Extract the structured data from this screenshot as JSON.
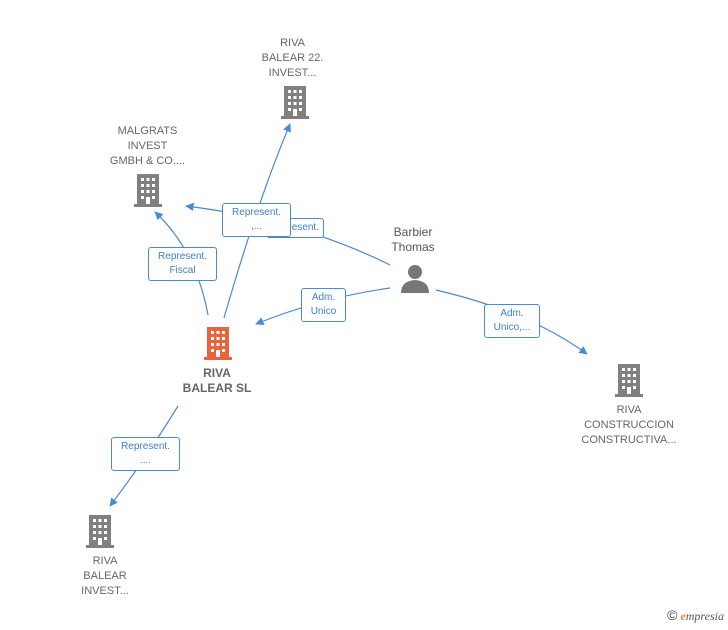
{
  "nodes": {
    "riva_balear_22": "RIVA\nBALEAR 22.\nINVEST...",
    "malgrats": "MALGRATS\nINVEST\nGMBH & CO....",
    "riva_balear_sl": "RIVA\nBALEAR  SL",
    "riva_construccion": "RIVA\nCONSTRUCCION\nCONSTRUCTIVA...",
    "riva_balear_invest": "RIVA\nBALEAR\nINVEST...",
    "person": "Barbier\nThomas"
  },
  "edges": {
    "represent_upper": "Represent.\n,...",
    "represent_hidden_fragment": "esent.",
    "represent_fiscal": "Represent.\nFiscal",
    "adm_unico": "Adm.\nUnico",
    "adm_unico_right": "Adm.\nUnico,...",
    "represent_lower": "Represent.\n...."
  },
  "colors": {
    "edge": "#4a8ad4",
    "building": "#808080",
    "main_building": "#e9643a",
    "person": "#777777"
  },
  "branding": {
    "copyright": "©",
    "e": "e",
    "rest": "mpresia"
  }
}
